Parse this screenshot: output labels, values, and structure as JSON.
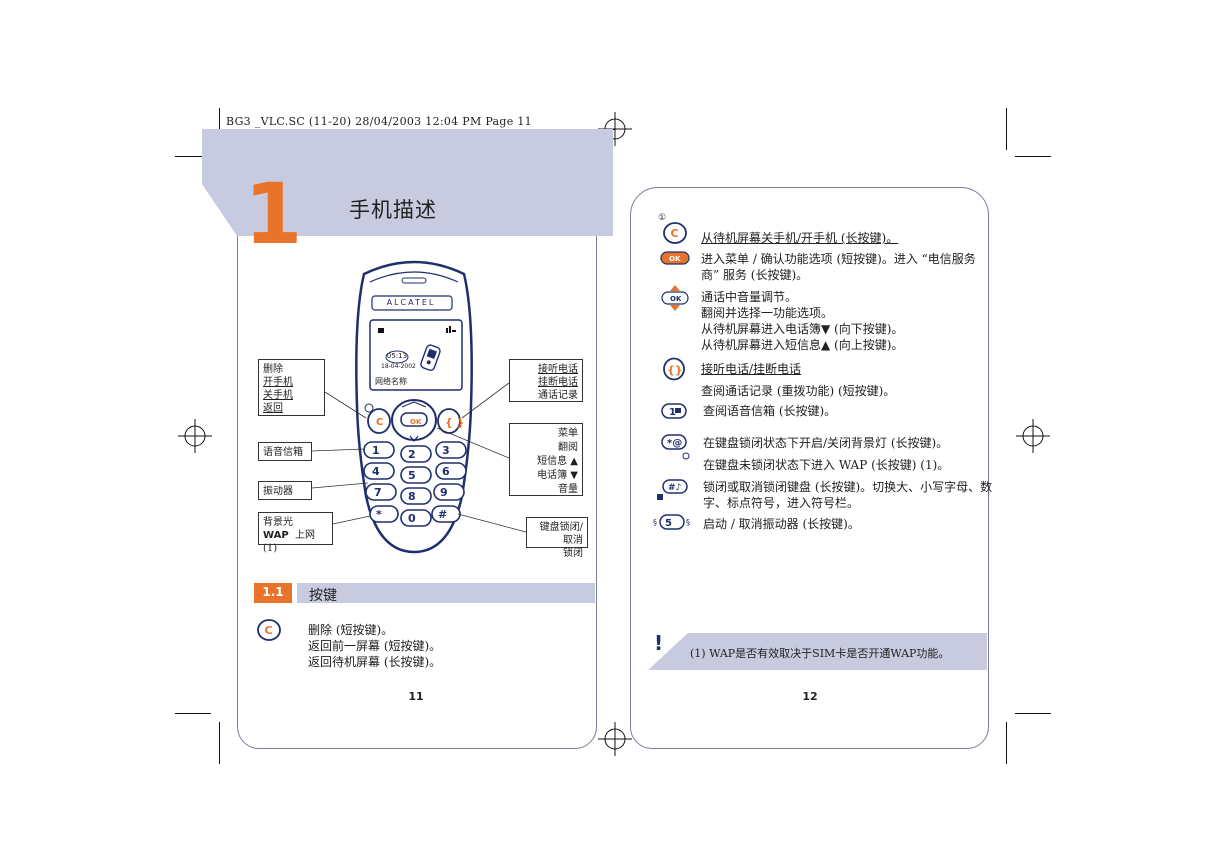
{
  "print_header": "BG3 _VLC.SC (11-20)  28/04/2003  12:04 PM  Page 11",
  "left_page": {
    "chapter_number": "1",
    "chapter_title": "手机描述",
    "phone": {
      "brand": "ALCATEL",
      "time": "05:13",
      "date": "18-04-2002",
      "network": "网络名称"
    },
    "callouts": {
      "delete_box": [
        "删除",
        "开手机",
        "关手机",
        "返回"
      ],
      "voicemail_box": "语音信箱",
      "vibrator_box": "振动器",
      "backlight_box": [
        "背景光",
        "WAP",
        "上网(1)"
      ],
      "call_box": [
        "接听电话",
        "挂断电话",
        "通话记录"
      ],
      "menu_box": [
        "菜单",
        "翻阅",
        "短信息",
        "电话簿",
        "音量"
      ],
      "lock_box": [
        "键盘锁闭/取消",
        "锁闭"
      ]
    },
    "section_number": "1.1",
    "section_title": "按键",
    "c_key_lines": [
      "删除 (短按键)。",
      "返回前一屏幕 (短按键)。",
      "返回待机屏幕 (长按键)。"
    ],
    "page_number": "11"
  },
  "right_page": {
    "circle_mark": "①",
    "entries": [
      {
        "icon": "c-key-icon",
        "lines": [
          "从待机屏幕关手机/开手机 (长按键)。"
        ]
      },
      {
        "icon": "ok-key-icon",
        "lines": [
          "进入菜单 / 确认功能选项 (短按键)。进入 “电信服务",
          "商” 服务 (长按键)。"
        ]
      },
      {
        "icon": "nav-key-icon",
        "lines": [
          "通话中音量调节。",
          "翻阅并选择一功能选项。",
          "从待机屏幕进入电话簿▼ (向下按键)。",
          "从待机屏幕进入短信息▲ (向上按键)。"
        ]
      },
      {
        "icon": "call-key-icon",
        "lines": [
          "接听电话/挂断电话",
          "查阅通话记录 (重拨功能) (短按键)。"
        ]
      },
      {
        "icon": "voicemail-key-icon",
        "lines": [
          "查阅语音信箱 (长按键)。"
        ]
      },
      {
        "icon": "star-key-icon",
        "lines": [
          "在键盘锁闭状态下开启/关闭背景灯 (长按键)。",
          "在键盘未锁闭状态下进入 WAP (长按键) (1)。"
        ]
      },
      {
        "icon": "hash-key-icon",
        "lines": [
          "锁闭或取消锁闭键盘 (长按键)。切换大、小写字母、数",
          "字、标点符号，进入符号栏。"
        ]
      },
      {
        "icon": "five-key-icon",
        "lines": [
          "启动 / 取消振动器 (长按键)。"
        ]
      }
    ],
    "note_mark": "!",
    "footnote": "(1)  WAP是否有效取决于SIM卡是否开通WAP功能。",
    "page_number": "12"
  },
  "colors": {
    "accent_orange": "#e8732a",
    "band_blue": "#c8cbe0",
    "frame_blue": "#7a7e9e",
    "phone_blue": "#1f2f6e"
  }
}
